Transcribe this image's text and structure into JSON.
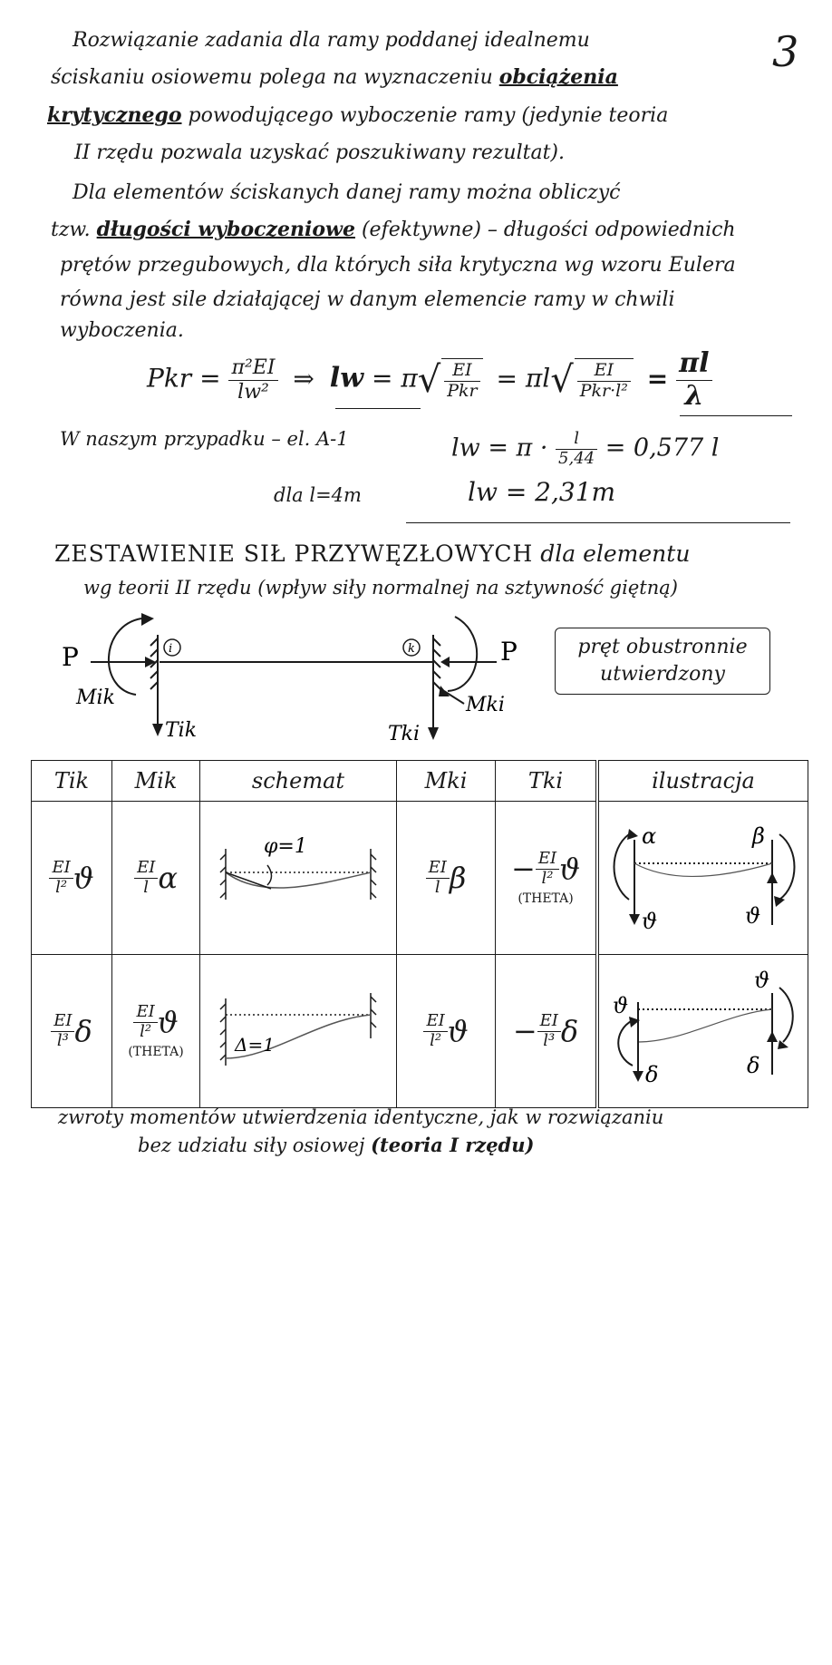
{
  "page_number": "3",
  "intro": {
    "l1": "Rozwiązanie zadania dla ramy poddanej idealnemu",
    "l2a": "ściskaniu osiowemu polega na wyznaczeniu ",
    "l2b": "obciążenia",
    "l3a": "krytycznego",
    "l3b": " powodującego wyboczenie ramy (jedynie teoria",
    "l4": "II rzędu pozwala uzyskać poszukiwany rezultat)."
  },
  "para2": {
    "l1": "Dla elementów ściskanych danej ramy można obliczyć",
    "l2a": "tzw. ",
    "l2b": "długości wyboczeniowe",
    "l2c": " (efektywne) – długości odpowiednich",
    "l3": "prętów przegubowych, dla których siła krytyczna wg wzoru Eulera",
    "l4": "równa jest sile działającej w danym elemencie ramy w chwili",
    "l5": "wyboczenia."
  },
  "formula": {
    "pkr": "Pkr",
    "eq": "=",
    "pi2EI": "π²EI",
    "lw2": "lw²",
    "implies": "⇒",
    "lw": "lw",
    "approx": "=",
    "pi": "π",
    "EI": "EI",
    "Pkr_den": "Pkr",
    "eq2": "=",
    "pil": "πl",
    "EI2": "EI",
    "Pkrl2": "Pkr·l²",
    "eq3": "=",
    "res_num": "πl",
    "res_den": "λ"
  },
  "case": {
    "text": "W naszym przypadku – el. A-1",
    "lw1_lhs": "lw = π ·",
    "lw1_num": "l",
    "lw1_den": "5,44",
    "lw1_rhs": "= 0,577 l",
    "cond": "dla l=4m",
    "lw2": "lw = 2,31m"
  },
  "section": {
    "title_a": "ZESTAWIENIE SIŁ PRZYWĘZŁOWYCH",
    "title_b": " dla elementu",
    "subtitle": "wg teorii II rzędu (wpływ siły normalnej na sztywność giętną)"
  },
  "beam": {
    "P_left": "P",
    "P_right": "P",
    "node_i": "i",
    "node_k": "k",
    "Mik": "Mik",
    "Tik": "Tik",
    "Mki": "Mki",
    "Tki": "Tki",
    "box_l1": "pręt obustronnie",
    "box_l2": "utwierdzony"
  },
  "table": {
    "headers": [
      "Tik",
      "Mik",
      "schemat",
      "Mki",
      "Tki",
      "ilustracja"
    ],
    "row1": {
      "tik_num": "EI",
      "tik_den": "l²",
      "tik_sym": "ϑ",
      "mik_num": "EI",
      "mik_den": "l",
      "mik_sym": "α",
      "scheme_label": "φ=1",
      "mki_num": "EI",
      "mki_den": "l",
      "mki_sym": "β",
      "tki_sign": "−",
      "tki_num": "EI",
      "tki_den": "l²",
      "tki_sym": "ϑ",
      "tki_note": "(THETA)",
      "ill_a": "α",
      "ill_b": "β",
      "ill_c": "ϑ",
      "ill_d": "ϑ"
    },
    "row2": {
      "tik_num": "EI",
      "tik_den": "l³",
      "tik_sym": "δ",
      "mik_num": "EI",
      "mik_den": "l²",
      "mik_sym": "ϑ",
      "mik_note": "(THETA)",
      "scheme_label": "Δ=1",
      "mki_num": "EI",
      "mki_den": "l²",
      "mki_sym": "ϑ",
      "tki_sign": "−",
      "tki_num": "EI",
      "tki_den": "l³",
      "tki_sym": "δ",
      "ill_a": "ϑ",
      "ill_b": "ϑ",
      "ill_c": "δ",
      "ill_d": "δ"
    }
  },
  "footer": {
    "l1": "zwroty momentów utwierdzenia identyczne, jak w rozwiązaniu",
    "l2a": "bez udziału siły osiowej ",
    "l2b": "(teoria I rzędu)"
  }
}
